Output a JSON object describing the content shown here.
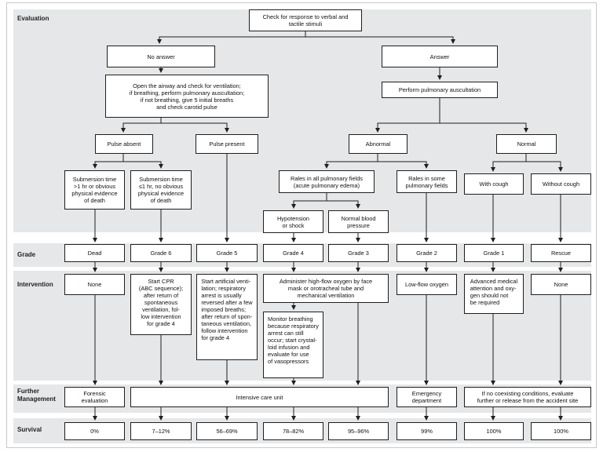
{
  "rows": {
    "evaluation": "Evaluation",
    "grade": "Grade",
    "intervention": "Intervention",
    "further": "Further\nManagement",
    "survival": "Survival"
  },
  "evaluation": {
    "root": "Check for response to verbal and\ntactile stimuli",
    "no_answer": "No answer",
    "answer": "Answer",
    "open_airway": "Open the airway and check for ventilation;\nif breathing, perform pulmonary auscultation;\nif not breathing, give 5 initial breaths\nand check carotid pulse",
    "auscultation": "Perform pulmonary auscultation",
    "pulse_absent": "Pulse absent",
    "pulse_present": "Pulse present",
    "abnormal": "Abnormal",
    "normal": "Normal",
    "submersion_long": "Submersion time\n>1 hr or obvious\nphysical evidence\nof death",
    "submersion_short": "Submersion time\n≤1 hr, no obvious\nphysical evidence\nof death",
    "rales_all": "Rales in all pulmonary fields\n(acute pulmonary edema)",
    "rales_some": "Rales in some\npulmonary fields",
    "with_cough": "With cough",
    "without_cough": "Without cough",
    "hypotension": "Hypotension\nor shock",
    "normal_bp": "Normal blood\npressure"
  },
  "grades": [
    "Dead",
    "Grade 6",
    "Grade 5",
    "Grade 4",
    "Grade 3",
    "Grade 2",
    "Grade 1",
    "Rescue"
  ],
  "intervention": {
    "none_dead": "None",
    "cpr": "Start CPR\n(ABC sequence);\nafter return of\nspontaneous\nventilation, fol-\nlow intervention\nfor grade 4",
    "artificial": "Start artificial venti-\nlation; respiratory\narrest is usually\nreversed after a few\nimposed breaths;\nafter return of spon-\ntaneous ventilation,\nfollow intervention\nfor grade 4",
    "high_flow": "Administer high-flow oxygen by face\nmask or orotracheal tube and\nmechanical ventilation",
    "monitor": "Monitor breathing\nbecause respiratory\narrest can still\noccur; start crystal-\nloid infusion and\nevaluate for use\nof vasopressors",
    "low_flow": "Low-flow oxygen",
    "advanced": "Advanced medical\nattention and oxy-\ngen should not\nbe required",
    "none_rescue": "None"
  },
  "further": {
    "forensic": "Forensic\nevaluation",
    "icu": "Intensive care unit",
    "emergency": "Emergency\ndepartment",
    "release": "If no coexisting conditions, evaluate\nfurther or release from the accident site"
  },
  "survival": [
    "0%",
    "7–12%",
    "56–69%",
    "78–82%",
    "95–96%",
    "99%",
    "100%",
    "100%"
  ],
  "colors": {
    "band": "#e6e7e8",
    "line": "#1f1f1f"
  }
}
